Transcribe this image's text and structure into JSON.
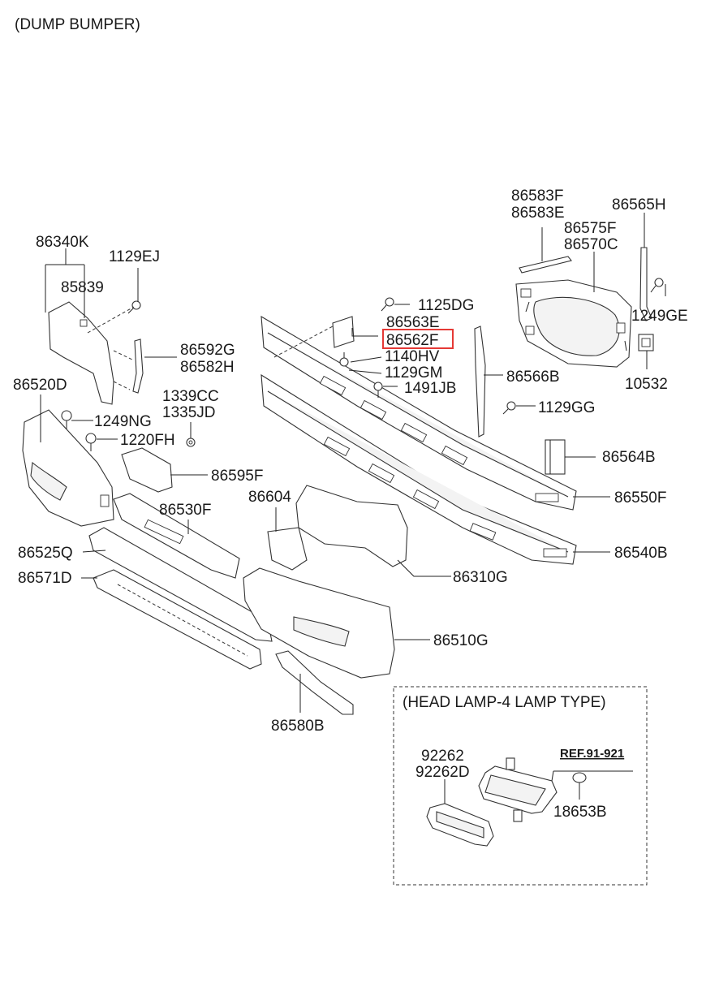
{
  "title": "(DUMP BUMPER)",
  "inset_title": "(HEAD LAMP-4 LAMP TYPE)",
  "ref_label": "REF.91-921",
  "highlighted_part": "86562F",
  "highlight_color": "#e53935",
  "labels": {
    "p86583F": "86583F",
    "p86583E": "86583E",
    "p86565H": "86565H",
    "p86575F": "86575F",
    "p86570C": "86570C",
    "p86340K": "86340K",
    "p1129EJ": "1129EJ",
    "p85839": "85839",
    "p1125DG": "1125DG",
    "p1249GE": "1249GE",
    "p86563E": "86563E",
    "p86562F": "86562F",
    "p1140HV": "1140HV",
    "p86592G": "86592G",
    "p86582H": "86582H",
    "p1129GM": "1129GM",
    "p86566B": "86566B",
    "p1491JB": "1491JB",
    "p10532": "10532",
    "p86520D": "86520D",
    "p1339CC": "1339CC",
    "p1335JD": "1335JD",
    "p1129GG": "1129GG",
    "p1249NG": "1249NG",
    "p1220FH": "1220FH",
    "p86564B": "86564B",
    "p86595F": "86595F",
    "p86550F": "86550F",
    "p86530F": "86530F",
    "p86604": "86604",
    "p86525Q": "86525Q",
    "p86540B": "86540B",
    "p86571D": "86571D",
    "p86310G": "86310G",
    "p86510G": "86510G",
    "p86580B": "86580B",
    "p92262": "92262",
    "p92262D": "92262D",
    "p18653B": "18653B"
  }
}
